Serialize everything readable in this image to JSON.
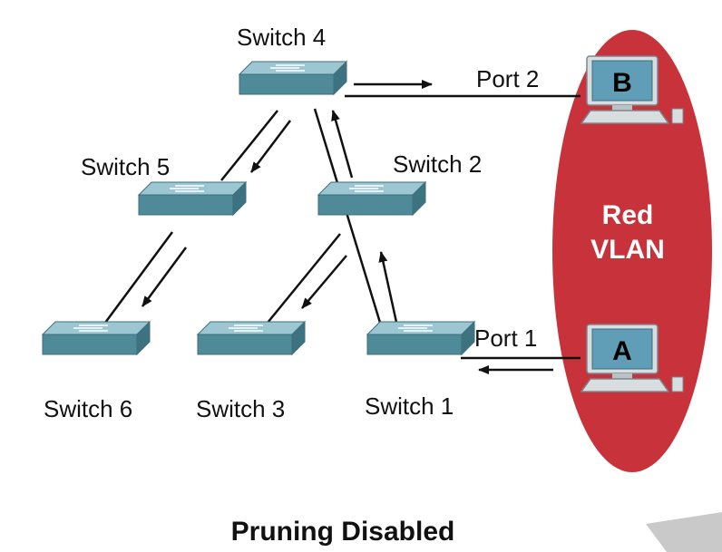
{
  "caption": "Pruning Disabled",
  "vlan": {
    "line1": "Red",
    "line2": "VLAN",
    "color": "#c8323a"
  },
  "switches": {
    "s1": "Switch 1",
    "s2": "Switch 2",
    "s3": "Switch 3",
    "s4": "Switch 4",
    "s5": "Switch 5",
    "s6": "Switch 6"
  },
  "hosts": {
    "a": "A",
    "b": "B"
  },
  "ports": {
    "p1": "Port 1",
    "p2": "Port 2"
  },
  "colors": {
    "switch_top": "#8fbfcb",
    "switch_front": "#4f8a98",
    "screen": "#5f9eb6",
    "line": "#111111"
  }
}
